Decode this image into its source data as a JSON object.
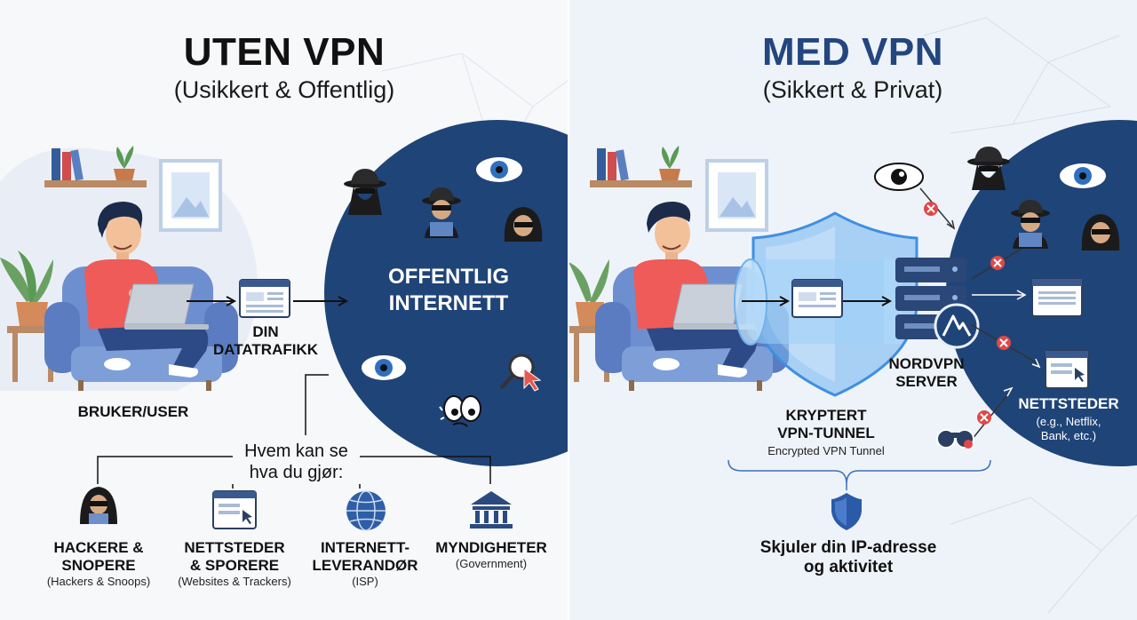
{
  "left": {
    "title": "UTEN VPN",
    "subtitle": "(Usikkert & Offentlig)",
    "cloud_label_1": "OFFENTLIG",
    "cloud_label_2": "INTERNETT",
    "traffic_label_1": "DIN",
    "traffic_label_2": "DATATRAFIKK",
    "user_label": "BRUKER/USER",
    "question_1": "Hvem kan se",
    "question_2": "hva du gjør:",
    "watchers": [
      {
        "line1": "HACKERE &",
        "line2": "SNOPERE",
        "sub": "(Hackers & Snoops)",
        "icon": "hacker-icon"
      },
      {
        "line1": "NETTSTEDER",
        "line2": "& SPORERE",
        "sub": "(Websites & Trackers)",
        "icon": "browser-window-icon"
      },
      {
        "line1": "INTERNETT-",
        "line2": "LEVERANDØR",
        "sub": "(ISP)",
        "icon": "globe-icon"
      },
      {
        "line1": "MYNDIGHETER",
        "line2": "",
        "sub": "(Government)",
        "icon": "government-building-icon"
      }
    ]
  },
  "right": {
    "title": "MED VPN",
    "subtitle": "(Sikkert & Privat)",
    "tunnel_label_1": "KRYPTERT",
    "tunnel_label_2": "VPN-TUNNEL",
    "tunnel_sub": "Encrypted VPN Tunnel",
    "server_label_1": "NORDVPN",
    "server_label_2": "SERVER",
    "sites_label": "NETTSTEDER",
    "sites_sub_1": "(e.g., Netflix,",
    "sites_sub_2": "Bank, etc.)",
    "hides_1": "Skjuler din IP-adresse",
    "hides_2": "og aktivitet"
  },
  "colors": {
    "navy": "#1f4478",
    "title_right": "#23467f",
    "shield": "#6fb2ef",
    "block_red": "#e04848",
    "shirt": "#ef5b58",
    "sofa": "#6e8fcf"
  }
}
